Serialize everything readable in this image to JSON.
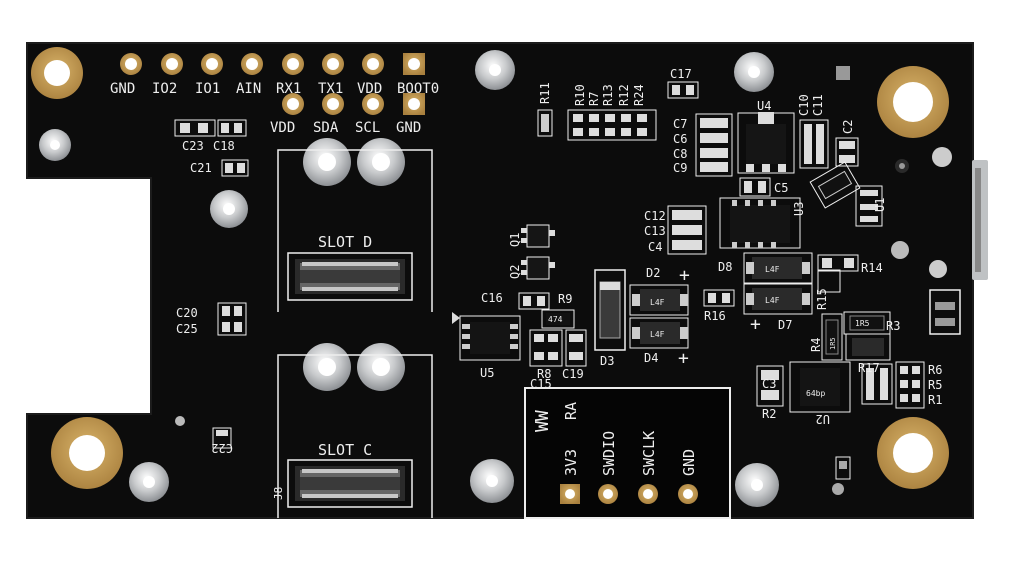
{
  "colors": {
    "background": "#ffffff",
    "board": "#0c0c0c",
    "silkscreen": "#eeeeee",
    "gold": "#c29a52",
    "silver": "#d6d8da"
  },
  "header_labels": {
    "gnd": "GND",
    "io2": "IO2",
    "io1": "IO1",
    "ain": "AIN",
    "rx1": "RX1",
    "tx1": "TX1",
    "vdd": "VDD",
    "boot0": "BOOT0",
    "vdd2": "VDD",
    "sda": "SDA",
    "scl": "SCL",
    "gnd2": "GND"
  },
  "slots": {
    "d": "SLOT D",
    "c": "SLOT C",
    "j8": "J8"
  },
  "swd_labels": {
    "v3": "3V3",
    "swdio": "SWDIO",
    "swclk": "SWCLK",
    "gnd": "GND"
  },
  "refdes": {
    "c23": "C23",
    "c18": "C18",
    "c21": "C21",
    "c20": "C20",
    "c25": "C25",
    "c22": "C22",
    "r11": "R11",
    "r10": "R10",
    "r7": "R7",
    "r13": "R13",
    "r12": "R12",
    "r24": "R24",
    "c17": "C17",
    "u4": "U4",
    "c7": "C7",
    "c6": "C6",
    "c8": "C8",
    "c9": "C9",
    "c10": "C10",
    "c11": "C11",
    "c2": "C2",
    "c5": "C5",
    "u3": "U3",
    "u1": "U1",
    "c12": "C12",
    "c13": "C13",
    "c4": "C4",
    "q1": "Q1",
    "q2": "Q2",
    "d2": "D2",
    "d8": "D8",
    "r14": "R14",
    "r15": "R15",
    "c16": "C16",
    "r9": "R9",
    "r16": "R16",
    "d7": "D7",
    "d3": "D3",
    "d4": "D4",
    "u5": "U5",
    "r8": "R8",
    "c19": "C19",
    "c15": "C15",
    "r3": "R3",
    "r4": "R4",
    "c3": "C3",
    "r2": "R2",
    "u2": "U2",
    "r17": "R17",
    "r6": "R6",
    "r5": "R5",
    "r1": "R1"
  },
  "plus": "+",
  "partial_text": {
    "ww": "WW",
    "ra": "RA"
  },
  "chip_marks": {
    "d2": "L4F",
    "d4": "L4F",
    "d8": "L4F",
    "d7": "L4F",
    "r9": "474",
    "r3": "1R5",
    "r4": "1R5",
    "u2": "64bp"
  }
}
